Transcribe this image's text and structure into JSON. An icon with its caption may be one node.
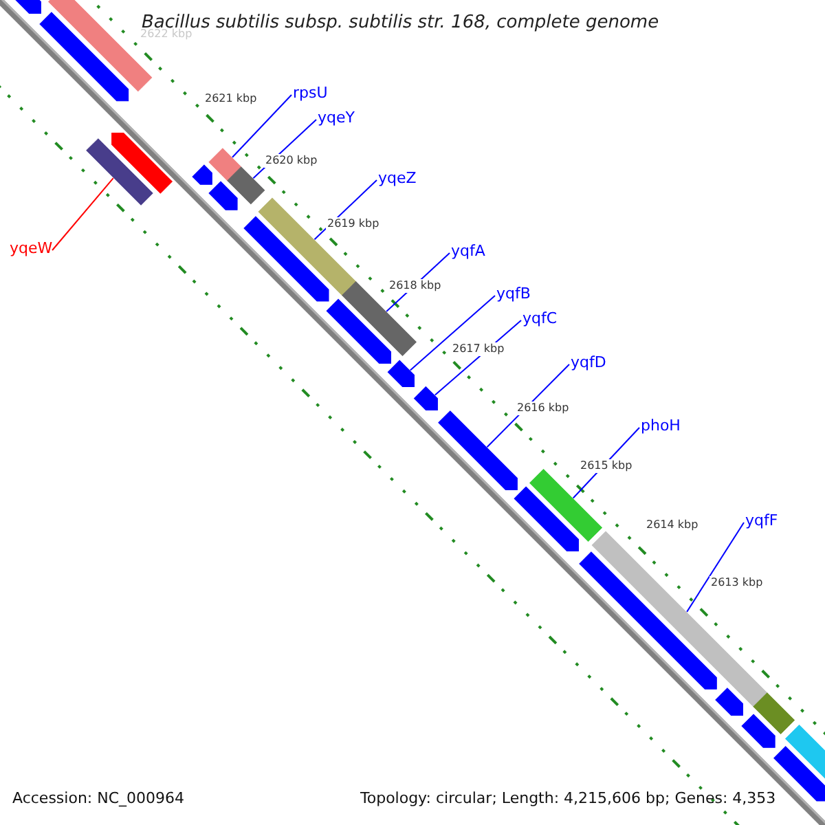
{
  "diagram": {
    "title": "Bacillus subtilis subsp. subtilis str. 168, complete genome",
    "nodes": [
      {
        "text": [
          "rpsU"
        ]
      },
      {
        "text": [
          "yqeY"
        ]
      },
      {
        "text": [
          "yqeZ"
        ]
      },
      {
        "text": [
          "yqeW"
        ]
      },
      {
        "text": [
          "yqfA"
        ]
      },
      {
        "text": [
          "yqfB"
        ]
      },
      {
        "text": [
          "yqfC"
        ]
      },
      {
        "text": [
          "yqfD"
        ]
      },
      {
        "text": [
          "phoH"
        ]
      },
      {
        "text": [
          "yqfF"
        ]
      },
      {
        "text": [],
        "shape": "arrow"
      },
      {
        "text": [],
        "shape": "bar"
      },
      {
        "text": [],
        "shape": "arrow"
      },
      {
        "text": [],
        "shape": "bar"
      },
      {
        "text": [],
        "shape": "arrow"
      },
      {
        "text": [],
        "shape": "arrow"
      },
      {
        "text": [],
        "shape": "bar"
      },
      {
        "text": [],
        "shape": "arrow"
      },
      {
        "text": [],
        "shape": "bar"
      },
      {
        "text": [],
        "shape": "bar"
      },
      {
        "text": [],
        "shape": "arrow"
      },
      {
        "text": [],
        "shape": "bar"
      },
      {
        "text": [],
        "shape": "arrow"
      },
      {
        "text": [],
        "shape": "arrow"
      },
      {
        "text": [],
        "shape": "arrow"
      },
      {
        "text": [],
        "shape": "arrow"
      },
      {
        "text": [],
        "shape": "bar"
      },
      {
        "text": [],
        "shape": "arrow"
      },
      {
        "text": [],
        "shape": "bar"
      },
      {
        "text": [],
        "shape": "arrow"
      },
      {
        "text": [],
        "shape": "arrow"
      },
      {
        "text": [],
        "shape": "bar"
      },
      {
        "text": [],
        "shape": "arrow"
      },
      {
        "text": [],
        "shape": "bar"
      },
      {
        "text": [],
        "shape": "arrow"
      }
    ],
    "edges": [
      {
        "from": 0,
        "to": 16,
        "arrow": "none"
      },
      {
        "from": 1,
        "to": 18,
        "arrow": "none"
      },
      {
        "from": 2,
        "to": 19,
        "arrow": "none"
      },
      {
        "from": 3,
        "to": 13,
        "arrow": "none",
        "color": "#ff0000"
      },
      {
        "from": 4,
        "to": 21,
        "arrow": "none"
      },
      {
        "from": 5,
        "to": 23,
        "arrow": "none"
      },
      {
        "from": 6,
        "to": 24,
        "arrow": "none"
      },
      {
        "from": 7,
        "to": 25,
        "arrow": "none"
      },
      {
        "from": 8,
        "to": 26,
        "arrow": "none"
      },
      {
        "from": 9,
        "to": 28,
        "arrow": "none"
      }
    ],
    "labels": [
      "2622 kbp",
      "2621 kbp",
      "2620 kbp",
      "2619 kbp",
      "2618 kbp",
      "2617 kbp",
      "2616 kbp",
      "2615 kbp",
      "2614 kbp",
      "2613 kbp",
      "Accession: NC_000964",
      "Topology: circular; Length: 4,215,606 bp; Genes: 4,353"
    ]
  }
}
